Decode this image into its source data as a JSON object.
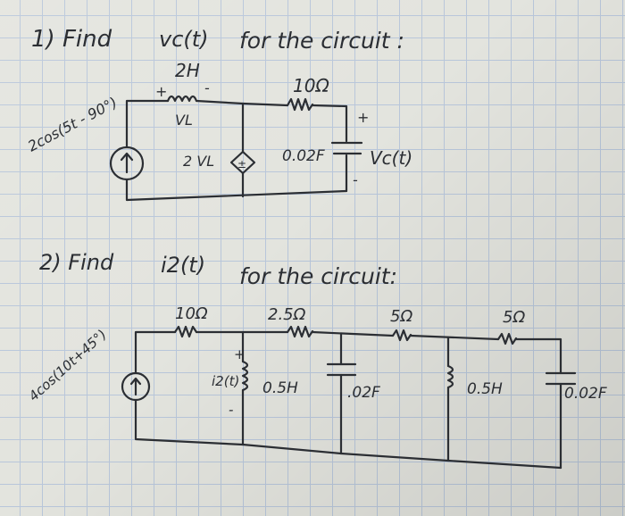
{
  "problem1": {
    "heading": "1) Find",
    "target": "vc(t)",
    "suffix": "for the circuit :",
    "source": "2cos(5t - 90°)",
    "inductor": "2H",
    "plus": "+",
    "minus": "-",
    "vl_label": "VL",
    "dependent_source": "2 VL",
    "resistor": "10Ω",
    "capacitor": "0.02F",
    "cap_plus": "+",
    "cap_minus": "-",
    "output": "Vc(t)"
  },
  "problem2": {
    "heading": "2) Find",
    "target": "i2(t)",
    "suffix": "for the circuit:",
    "source": "4cos(10t+45°)",
    "r1": "10Ω",
    "r2": "2.5Ω",
    "r3": "5Ω",
    "r4": "5Ω",
    "current_label": "i2(t)",
    "plus": "+",
    "minus": "-",
    "l1": "0.5H",
    "c1": ".02F",
    "l2": "0.5H",
    "c2": "0.02F"
  }
}
